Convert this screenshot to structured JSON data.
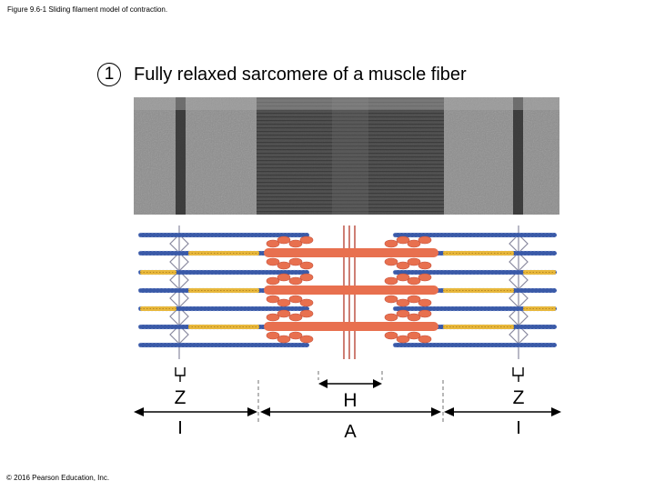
{
  "figure": {
    "caption": "Figure 9.6-1 Sliding filament model of contraction.",
    "step_number": "1",
    "title": "Fully relaxed sarcomere of a muscle fiber"
  },
  "labels": {
    "z_left": "Z",
    "z_right": "Z",
    "h_zone": "H",
    "i_left": "I",
    "a_band": "A",
    "i_right": "I"
  },
  "copyright": "© 2016 Pearson Education, Inc.",
  "colors": {
    "actin": "#3a5aa8",
    "titin": "#e8b83c",
    "myosin": "#e8704f",
    "z_disc": "#8a8aa0"
  }
}
